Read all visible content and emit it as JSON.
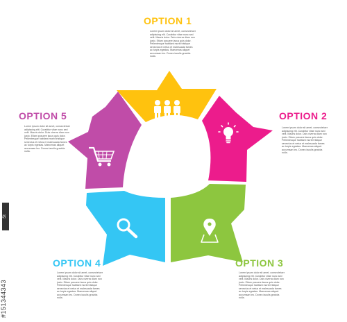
{
  "colors": {
    "option1": "#FFC20E",
    "option2": "#EC1C8C",
    "option3": "#8DC63F",
    "option4": "#34C6F4",
    "option5": "#C04CA8"
  },
  "options": [
    {
      "title": "OPTION 1",
      "icon": "people-icon",
      "text": "Lorem ipsum dolor sit amet, consectetuer adipiscing elit. Curabitur vitae nunc sed velit. Mauris dolor. Duis viverra diam non justo. Etiam posuere lacus quis dolor. Pellentesque habitant morbi tristique senectus et netus et malesuada fames ac turpis egestas. Maecenas aliquet accumsan leo. Donec iaculis gravida nulla."
    },
    {
      "title": "OPTION 2",
      "icon": "lightbulb-icon",
      "text": "Lorem ipsum dolor sit amet, consectetuer adipiscing elit. Curabitur vitae nunc sed velit. Mauris dolor. Duis viverra diam non justo. Etiam posuere lacus quis dolor. Pellentesque habitant morbi tristique senectus et netus et malesuada fames ac turpis egestas. Maecenas aliquet accumsan leo. Donec iaculis gravida nulla."
    },
    {
      "title": "OPTION 3",
      "icon": "map-pin-icon",
      "text": "Lorem ipsum dolor sit amet, consectetuer adipiscing elit. Curabitur vitae nunc sed velit. Mauris dolor. Duis viverra diam non justo. Etiam posuere lacus quis dolor. Pellentesque habitant morbi tristique senectus et netus et malesuada fames ac turpis egestas. Maecenas aliquet accumsan leo. Donec iaculis gravida nulla."
    },
    {
      "title": "OPTION 4",
      "icon": "magnifier-icon",
      "text": "Lorem ipsum dolor sit amet, consectetuer adipiscing elit. Curabitur vitae nunc sed velit. Mauris dolor. Duis viverra diam non justo. Etiam posuere lacus quis dolor. Pellentesque habitant morbi tristique senectus et netus et malesuada fames ac turpis egestas. Maecenas aliquet accumsan leo. Donec iaculis gravida nulla."
    },
    {
      "title": "OPTION 5",
      "icon": "shopping-cart-icon",
      "text": "Lorem ipsum dolor sit amet, consectetuer adipiscing elit. Curabitur vitae nunc sed velit. Mauris dolor. Duis viverra diam non justo. Etiam posuere lacus quis dolor. Pellentesque habitant morbi tristique senectus et netus et malesuada fames ac turpis egestas. Maecenas aliquet accumsan leo. Donec iaculis gravida nulla."
    }
  ],
  "watermark": {
    "brand": "Adobe Stock",
    "id": "#151344343"
  }
}
